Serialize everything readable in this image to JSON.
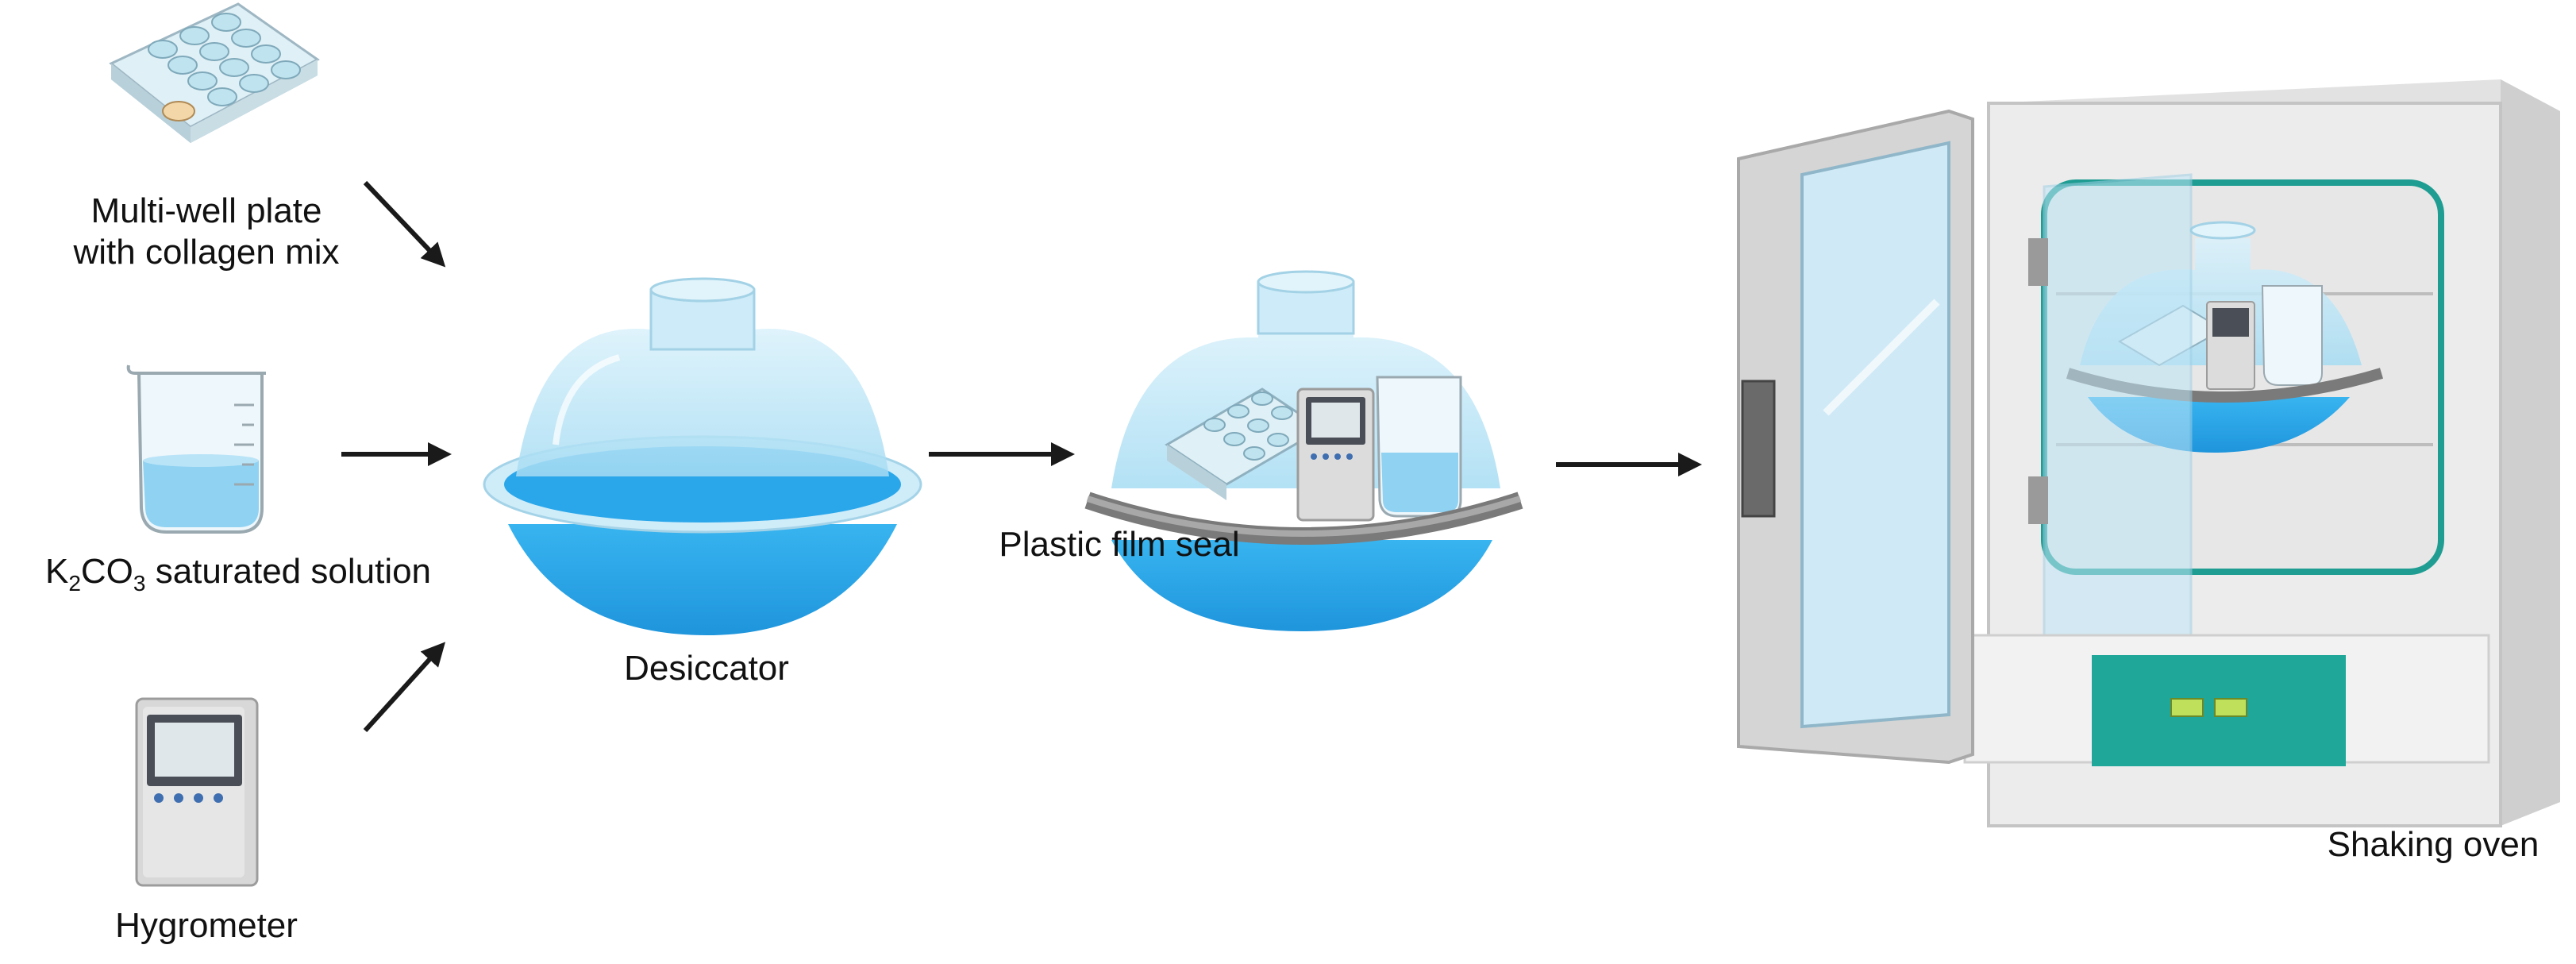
{
  "labels": {
    "plate_line1": "Multi-well plate",
    "plate_line2": "with collagen mix",
    "solution_k": "K",
    "solution_sub1": "2",
    "solution_co": "CO",
    "solution_sub2": "3",
    "solution_rest": " saturated solution",
    "hygrometer": "Hygrometer",
    "desiccator": "Desiccator",
    "film_seal": "Plastic film seal",
    "oven": "Shaking  oven"
  },
  "colors": {
    "water_blue": "#2aa7ea",
    "glass_blue": "#bfe6f7",
    "oven_teal": "#1fa79a",
    "oven_body": "#e9e9e9",
    "arrow": "#1a1a1a"
  }
}
